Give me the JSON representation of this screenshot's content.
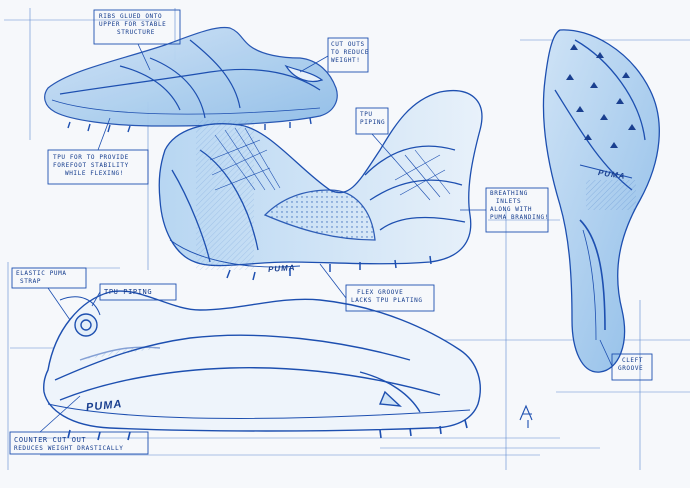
{
  "annotations": {
    "ribs": [
      "RIBS GLUED ONTO",
      "UPPER FOR STABLE",
      "STRUCTURE"
    ],
    "cutouts": [
      "CUT OUTS",
      "TO REDUCE",
      "WEIGHT!"
    ],
    "tpu_piping_top": [
      "TPU",
      "PIPING"
    ],
    "forefoot": [
      "TPU FOR TO PROVIDE",
      "FOREFOOT STABILITY",
      "WHILE FLEXING!"
    ],
    "breathing": [
      "BREATHING",
      "INLETS",
      "ALONG WITH",
      "PUMA BRANDING!"
    ],
    "elastic_strap": [
      "ELASTIC PUMA",
      "STRAP"
    ],
    "tpu_piping_bottom": "TPU PIPING",
    "flex_groove": [
      "FLEX GROOVE",
      "LACKS TPU PLATING"
    ],
    "cleft_groove": [
      "CLEFT",
      "GROOVE"
    ],
    "counter": [
      "COUNTER CUT OUT",
      "REDUCES WEIGHT DRASTICALLY"
    ]
  },
  "branding": {
    "middle_shoe": "PUMA",
    "bottom_shoe": "PUMA",
    "sole": "PUMA"
  },
  "colors": {
    "ink": "#1d4fb0",
    "ink_dark": "#123a8c",
    "wash": "#9cc6ec",
    "paper": "#f6f8fb"
  }
}
